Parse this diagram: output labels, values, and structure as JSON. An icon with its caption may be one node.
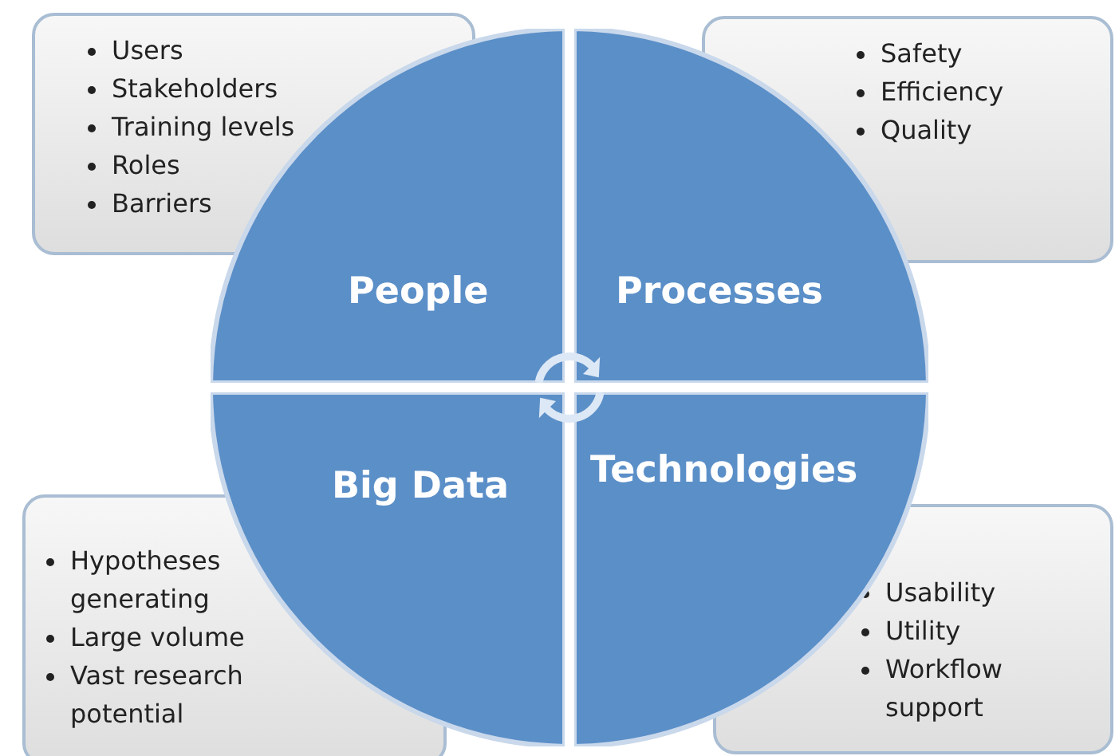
{
  "diagram": {
    "nodes": [
      {
        "text": [
          "People"
        ]
      },
      {
        "text": [
          "Processes"
        ]
      },
      {
        "text": [
          "Big Data"
        ]
      },
      {
        "text": [
          "Technologies"
        ]
      },
      {
        "text": [
          "Users",
          "Stakeholders",
          "Training levels",
          "Roles",
          "Barriers"
        ]
      },
      {
        "text": [
          "Safety",
          "Efficiency",
          "Quality"
        ]
      },
      {
        "text": [
          "Hypotheses generating",
          "Large volume",
          "Vast research potential"
        ]
      },
      {
        "text": [
          "Usability",
          "Utility",
          "Workflow support"
        ]
      }
    ],
    "edges": []
  }
}
